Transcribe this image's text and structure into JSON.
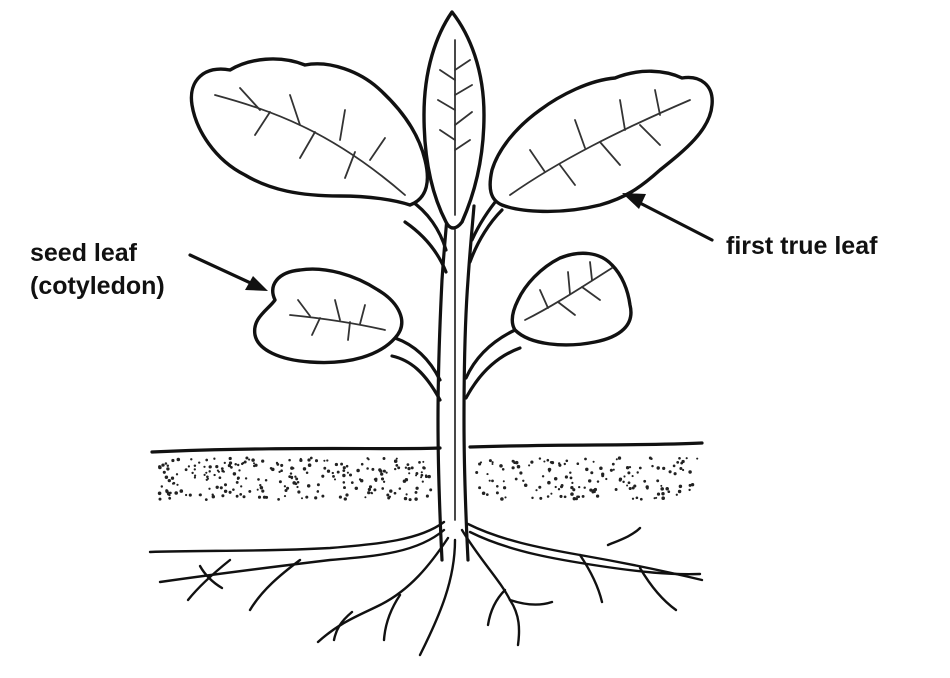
{
  "labels": {
    "seed_leaf_line1": "seed leaf",
    "seed_leaf_line2": "(cotyledon)",
    "true_leaf": "first true leaf"
  }
}
